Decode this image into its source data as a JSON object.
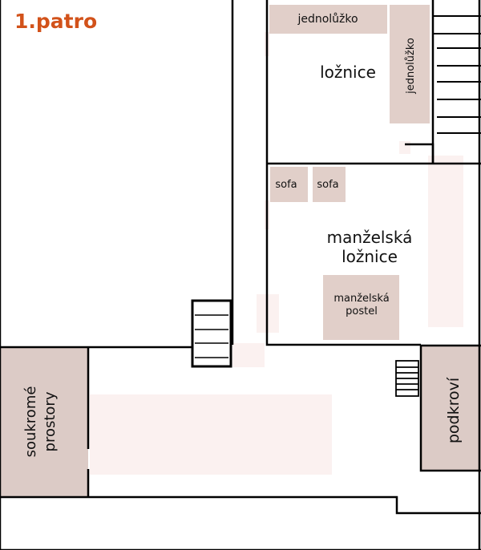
{
  "title": "1.patro",
  "rooms": {
    "bedroom": "ložnice",
    "master_bedroom_line1": "manželská",
    "master_bedroom_line2": "ložnice",
    "private_line1": "soukromé",
    "private_line2": "prostory",
    "attic": "podkroví"
  },
  "furniture": {
    "single_bed_top": "jednolůžko",
    "single_bed_side": "jednolůžko",
    "sofa_1": "sofa",
    "sofa_2": "sofa",
    "double_bed_line1": "manželská",
    "double_bed_line2": "postel"
  },
  "colors": {
    "title": "#d2521a",
    "furniture": "#e1cfc9",
    "room_fill": "#dccbc6",
    "faint": "#fbf1f0"
  }
}
